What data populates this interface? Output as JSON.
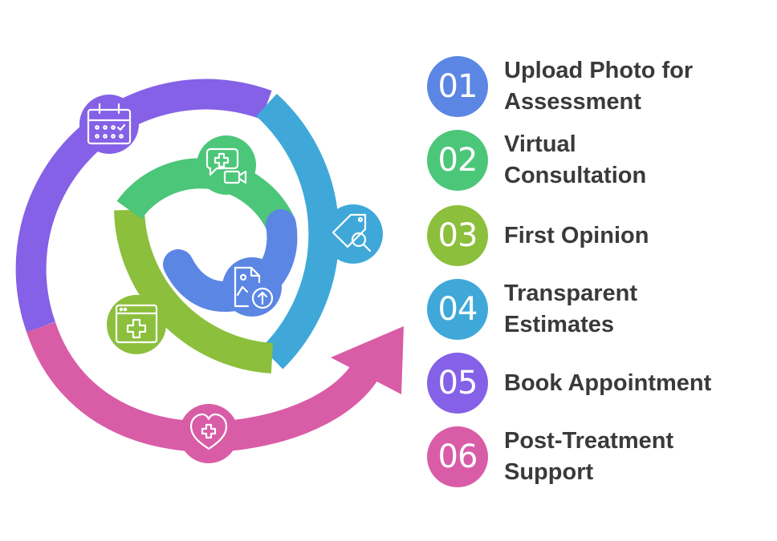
{
  "colors": {
    "purple": "#8461e6",
    "blue": "#3fa8d9",
    "green": "#4cc679",
    "lime": "#8bbf3c",
    "royal": "#5b86e4",
    "pink": "#d95ca7",
    "text": "#3a3a3a"
  },
  "steps": [
    {
      "number": "01",
      "label": "Upload Photo for\nAssessment",
      "color": "#5b86e4",
      "icon": "image-upload-icon"
    },
    {
      "number": "02",
      "label": "Virtual\nConsultation",
      "color": "#4cc679",
      "icon": "video-chat-medical-icon"
    },
    {
      "number": "03",
      "label": "First Opinion",
      "color": "#8bbf3c",
      "icon": "medical-window-icon"
    },
    {
      "number": "04",
      "label": "Transparent\nEstimates",
      "color": "#3fa8d9",
      "icon": "price-tag-search-icon"
    },
    {
      "number": "05",
      "label": "Book Appointment",
      "color": "#8461e6",
      "icon": "calendar-icon"
    },
    {
      "number": "06",
      "label": "Post-Treatment\nSupport",
      "color": "#d95ca7",
      "icon": "heart-plus-icon"
    }
  ]
}
